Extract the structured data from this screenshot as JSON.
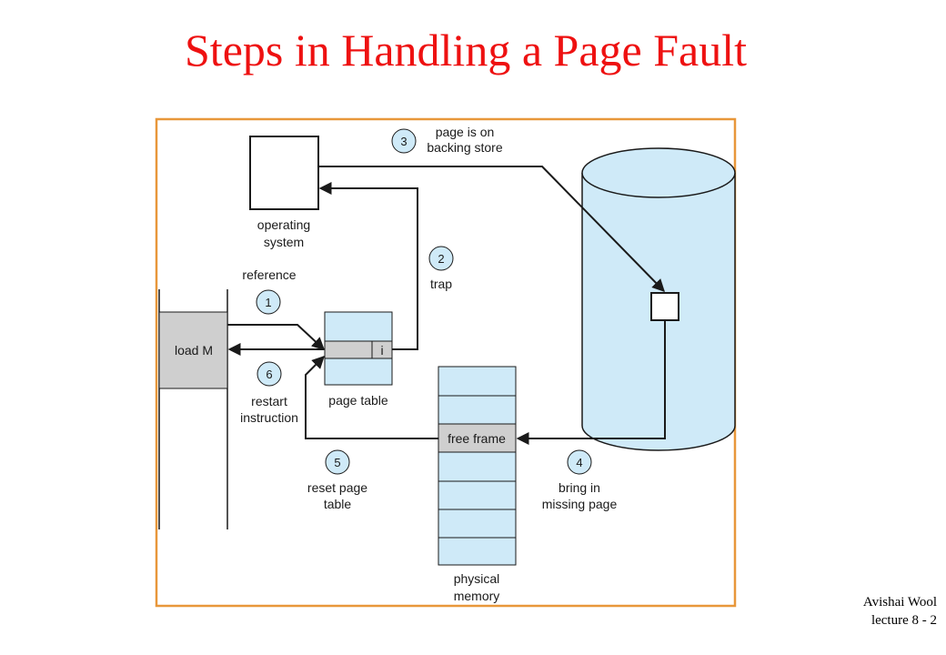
{
  "slide": {
    "title": "Steps in Handling a Page Fault",
    "footer": {
      "author": "Avishai Wool",
      "lecture": "lecture 8  - 2"
    }
  },
  "diagram": {
    "instruction": "load M",
    "os_label": [
      "operating",
      "system"
    ],
    "page_table_label": "page table",
    "invalid_bit": "i",
    "free_frame": "free frame",
    "physical_memory_label": [
      "physical",
      "memory"
    ],
    "colors": {
      "frame_border": "#e8973a",
      "fill_light_blue": "#cfeaf8",
      "fill_gray": "#cfcfcf",
      "line": "#1a1a1a"
    },
    "steps": [
      {
        "number": "1",
        "label": [
          "reference"
        ]
      },
      {
        "number": "2",
        "label": [
          "trap"
        ]
      },
      {
        "number": "3",
        "label": [
          "page is on",
          "backing store"
        ]
      },
      {
        "number": "4",
        "label": [
          "bring in",
          "missing page"
        ]
      },
      {
        "number": "5",
        "label": [
          "reset page",
          "table"
        ]
      },
      {
        "number": "6",
        "label": [
          "restart",
          "instruction"
        ]
      }
    ]
  }
}
